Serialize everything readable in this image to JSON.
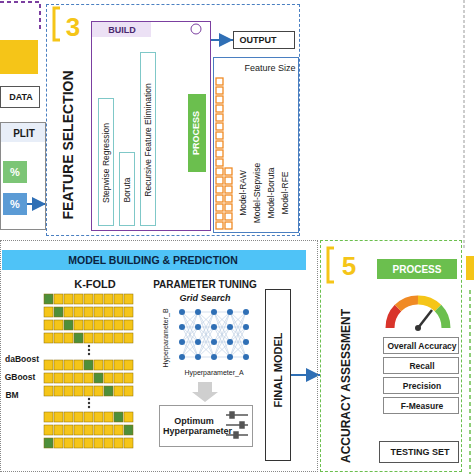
{
  "diagram": {
    "nodes": [
      {
        "text": [
          "DATA"
        ]
      },
      {
        "text": [
          "PLIT"
        ]
      },
      {
        "text": [
          "%"
        ],
        "in": 1
      },
      {
        "text": [
          "%"
        ],
        "in": 1
      },
      {
        "text": [
          "3",
          "FEATURE SELECTION"
        ]
      },
      {
        "text": [
          "BUILD"
        ],
        "in": 4
      },
      {
        "text": [
          "Stepwise Regression"
        ],
        "in": 5
      },
      {
        "text": [
          "Boruta"
        ],
        "in": 5
      },
      {
        "text": [
          "Recursive Feature Elimination"
        ],
        "in": 5
      },
      {
        "text": [
          "PROCESS"
        ],
        "in": 5
      },
      {
        "text": [
          "OUTPUT"
        ],
        "in": 4
      },
      {
        "text": [
          "Feature Size",
          "Model-RAW",
          "Model-Stepwise",
          "Model-Boruta",
          "Model-RFE"
        ],
        "in": 4
      },
      {
        "text": [
          "MODEL BUILDING & PREDICTION"
        ]
      },
      {
        "text": [
          "Optimum Hyperparameter"
        ],
        "in": 12
      },
      {
        "text": [
          "FINAL MODEL"
        ],
        "in": 12
      },
      {
        "text": [
          "5",
          "ACCURACY ASSESSMENT"
        ]
      },
      {
        "text": [
          "PROCESS"
        ],
        "in": 15
      },
      {
        "text": [
          "Overall Accuracy"
        ],
        "in": 15
      },
      {
        "text": [
          "Recall"
        ],
        "in": 15
      },
      {
        "text": [
          "Precision"
        ],
        "in": 15
      },
      {
        "text": [
          "F-Measure"
        ],
        "in": 15
      },
      {
        "text": [
          "TESTING SET"
        ],
        "in": 15
      }
    ],
    "edges": [
      {
        "from": 3,
        "to": 4,
        "arrow": "to"
      },
      {
        "from": 5,
        "to": 10,
        "arrow": "to"
      },
      {
        "from": 14,
        "to": 15,
        "arrow": "to"
      }
    ],
    "labels": [
      "K-FOLD",
      "daBoost",
      "GBoost",
      "BM",
      "PARAMETER TUNING",
      "Grid Search",
      "Hyperparameter_B",
      "Hyperparameter_A"
    ]
  }
}
